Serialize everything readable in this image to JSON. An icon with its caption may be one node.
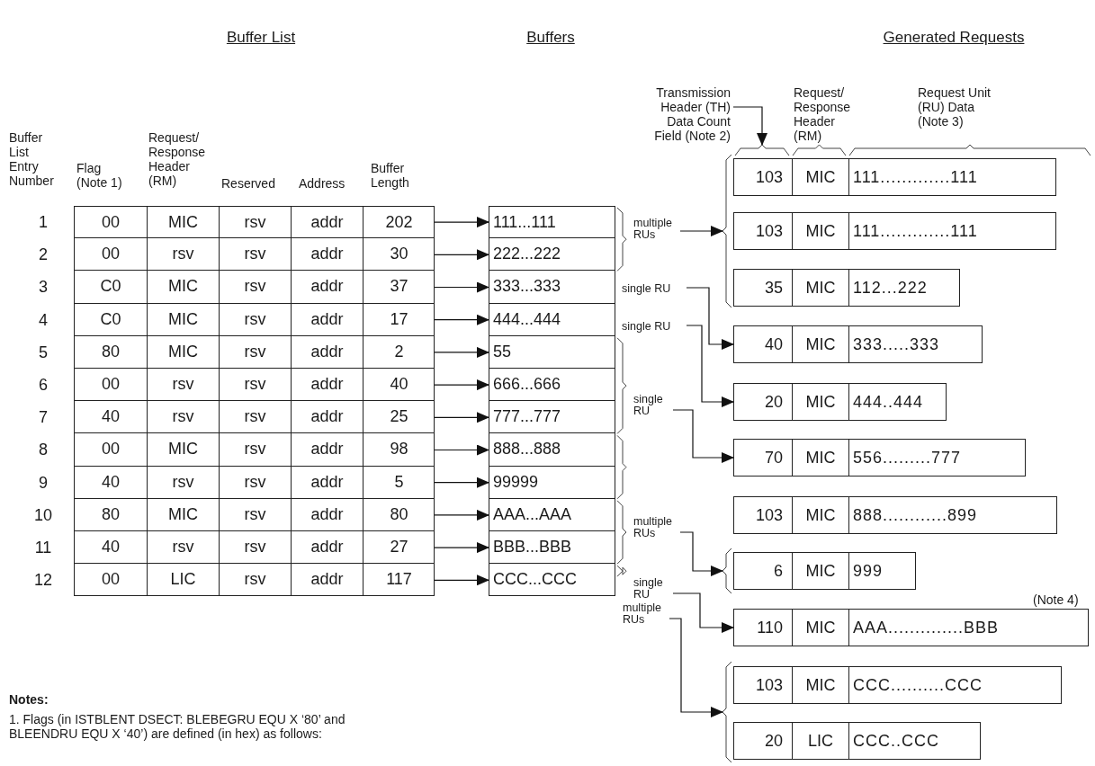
{
  "diagram": {
    "nodes": [
      {
        "text": [
          "00",
          "MIC",
          "rsv",
          "addr",
          "202"
        ],
        "beside": [
          "1"
        ]
      },
      {
        "text": [
          "00",
          "rsv",
          "rsv",
          "addr",
          "30"
        ],
        "beside": [
          "2"
        ]
      },
      {
        "text": [
          "C0",
          "MIC",
          "rsv",
          "addr",
          "37"
        ],
        "beside": [
          "3"
        ]
      },
      {
        "text": [
          "C0",
          "MIC",
          "rsv",
          "addr",
          "17"
        ],
        "beside": [
          "4"
        ]
      },
      {
        "text": [
          "80",
          "MIC",
          "rsv",
          "addr",
          "2"
        ],
        "beside": [
          "5"
        ]
      },
      {
        "text": [
          "00",
          "rsv",
          "rsv",
          "addr",
          "40"
        ],
        "beside": [
          "6"
        ]
      },
      {
        "text": [
          "40",
          "rsv",
          "rsv",
          "addr",
          "25"
        ],
        "beside": [
          "7"
        ]
      },
      {
        "text": [
          "00",
          "MIC",
          "rsv",
          "addr",
          "98"
        ],
        "beside": [
          "8"
        ]
      },
      {
        "text": [
          "40",
          "rsv",
          "rsv",
          "addr",
          "5"
        ],
        "beside": [
          "9"
        ]
      },
      {
        "text": [
          "80",
          "MIC",
          "rsv",
          "addr",
          "80"
        ],
        "beside": [
          "10"
        ]
      },
      {
        "text": [
          "40",
          "rsv",
          "rsv",
          "addr",
          "27"
        ],
        "beside": [
          "11"
        ]
      },
      {
        "text": [
          "00",
          "LIC",
          "rsv",
          "addr",
          "117"
        ],
        "beside": [
          "12"
        ]
      },
      {
        "text": [
          "111...111"
        ]
      },
      {
        "text": [
          "222...222"
        ]
      },
      {
        "text": [
          "333...333"
        ]
      },
      {
        "text": [
          "444...444"
        ]
      },
      {
        "text": [
          "55"
        ]
      },
      {
        "text": [
          "666...666"
        ]
      },
      {
        "text": [
          "777...777"
        ]
      },
      {
        "text": [
          "888...888"
        ]
      },
      {
        "text": [
          "99999"
        ]
      },
      {
        "text": [
          "AAA...AAA"
        ]
      },
      {
        "text": [
          "BBB...BBB"
        ]
      },
      {
        "text": [
          "CCC...CCC"
        ]
      },
      {
        "text": [
          "Transmission Header (TH) Data Count Field (Note 2)"
        ]
      },
      {
        "text": [
          "103",
          "MIC",
          "111.............111"
        ]
      },
      {
        "text": [
          "103",
          "MIC",
          "111.............111"
        ]
      },
      {
        "text": [
          "35",
          "MIC",
          "112...222"
        ]
      },
      {
        "text": [
          "40",
          "MIC",
          "333.....333"
        ]
      },
      {
        "text": [
          "20",
          "MIC",
          "444..444"
        ]
      },
      {
        "text": [
          "70",
          "MIC",
          "556.........777"
        ]
      },
      {
        "text": [
          "103",
          "MIC",
          "888............899"
        ]
      },
      {
        "text": [
          "6",
          "MIC",
          "999"
        ]
      },
      {
        "text": [
          "110",
          "MIC",
          "AAA..............BBB"
        ],
        "beside": [
          "(Note 4)"
        ]
      },
      {
        "text": [
          "103",
          "MIC",
          "CCC..........CCC"
        ]
      },
      {
        "text": [
          "20",
          "LIC",
          "CCC..CCC"
        ]
      },
      {
        "text": [
          "multiple RUs"
        ]
      },
      {
        "text": [
          "single RU"
        ]
      },
      {
        "text": [
          "single RU"
        ]
      },
      {
        "text": [
          "single RU"
        ]
      },
      {
        "text": [
          "multiple RUs"
        ]
      },
      {
        "text": [
          "single RU"
        ]
      },
      {
        "text": [
          "multiple RUs"
        ]
      },
      {
        "text": [],
        "shape": "brace"
      },
      {
        "text": [],
        "shape": "brace"
      },
      {
        "text": [],
        "shape": "brace"
      },
      {
        "text": [],
        "shape": "brace"
      }
    ],
    "edges": [
      {
        "from": 0,
        "to": 12,
        "arrow": "to"
      },
      {
        "from": 1,
        "to": 13,
        "arrow": "to"
      },
      {
        "from": 2,
        "to": 14,
        "arrow": "to"
      },
      {
        "from": 3,
        "to": 15,
        "arrow": "to"
      },
      {
        "from": 4,
        "to": 16,
        "arrow": "to"
      },
      {
        "from": 5,
        "to": 17,
        "arrow": "to"
      },
      {
        "from": 6,
        "to": 18,
        "arrow": "to"
      },
      {
        "from": 7,
        "to": 19,
        "arrow": "to"
      },
      {
        "from": 8,
        "to": 20,
        "arrow": "to"
      },
      {
        "from": 9,
        "to": 21,
        "arrow": "to"
      },
      {
        "from": 10,
        "to": 22,
        "arrow": "to"
      },
      {
        "from": 11,
        "to": 23,
        "arrow": "to"
      },
      {
        "from": 24,
        "to": 46,
        "arrow": "to"
      },
      {
        "from": 36,
        "to": 43,
        "arrow": "to"
      },
      {
        "from": 37,
        "to": 28,
        "arrow": "to"
      },
      {
        "from": 38,
        "to": 29,
        "arrow": "to"
      },
      {
        "from": 39,
        "to": 30,
        "arrow": "to"
      },
      {
        "from": 40,
        "to": 44,
        "arrow": "to"
      },
      {
        "from": 41,
        "to": 33,
        "arrow": "to"
      },
      {
        "from": 42,
        "to": 45,
        "arrow": "to"
      }
    ],
    "labels": [
      "Buffer List",
      "Buffers",
      "Generated Requests",
      "Request/ Response Header (RM)",
      "Request Unit (RU) Data (Note 3)",
      "Buffer List Entry Number",
      "Flag (Note 1)",
      "Request/ Response Header (RM)",
      "Reserved",
      "Address",
      "Buffer Length",
      "Notes:",
      "1. Flags (in ISTBLENT DSECT: BLEBEGRU EQU X ‘80’ and BLEENDRU EQU X ‘40’) are defined (in hex) as follows:"
    ]
  }
}
